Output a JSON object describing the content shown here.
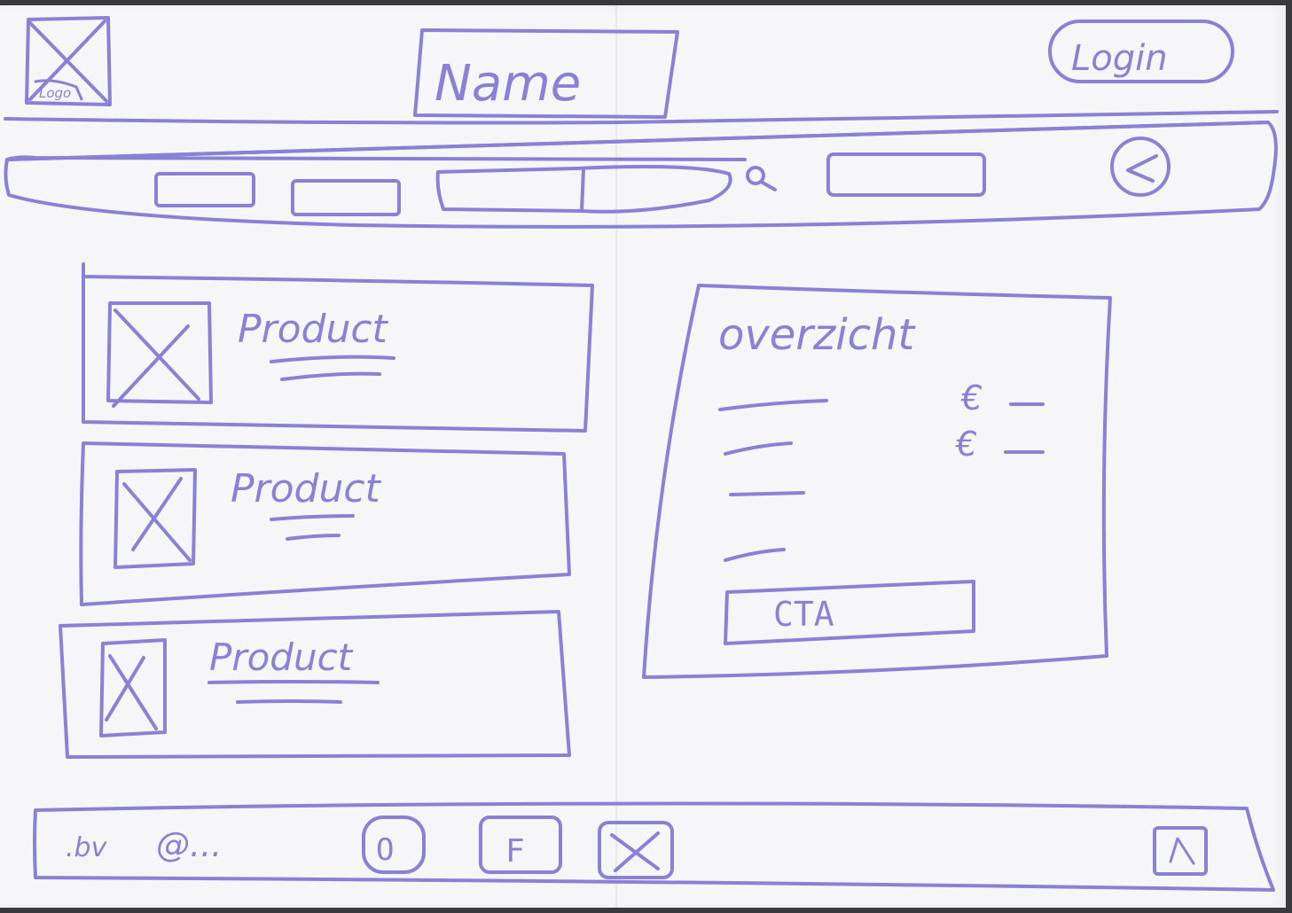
{
  "header": {
    "logo_label": "Logo",
    "name_label": "Name",
    "login_label": "Login"
  },
  "products": [
    {
      "label": "Product"
    },
    {
      "label": "Product"
    },
    {
      "label": "Product"
    }
  ],
  "summary": {
    "title": "overzicht",
    "price_symbol_1": "€",
    "price_symbol_2": "€",
    "cta_label": "CTA"
  },
  "footer": {
    "domain_text": ".bv",
    "email_text": "@...",
    "instagram_glyph": "O",
    "facebook_glyph": "F"
  },
  "colors": {
    "ink": "#8a80d6",
    "paper": "#f6f6f8",
    "background": "#3a3a3d"
  }
}
